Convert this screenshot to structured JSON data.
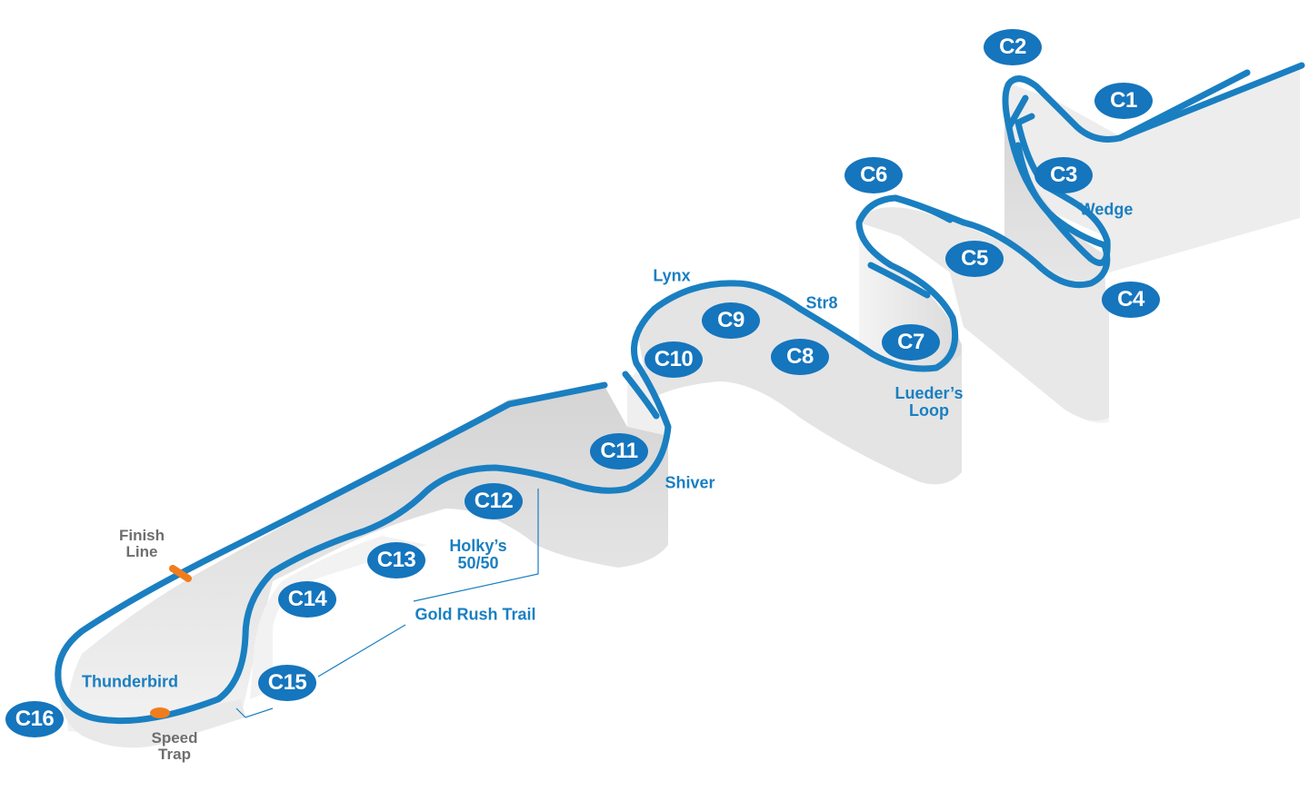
{
  "colors": {
    "track": "#1a7fc1",
    "badge": "#1575bd",
    "wall_light": "#efefef",
    "wall_dark": "#c9c9c9",
    "marker": "#f07d1d",
    "gray_label": "#6e6e6e"
  },
  "corners": [
    "C1",
    "C2",
    "C3",
    "C4",
    "C5",
    "C6",
    "C7",
    "C8",
    "C9",
    "C10",
    "C11",
    "C12",
    "C13",
    "C14",
    "C15",
    "C16"
  ],
  "names": {
    "wedge": "Wedge",
    "lynx": "Lynx",
    "str8": "Str8",
    "lueders_loop_1": "Lueder’s",
    "lueders_loop_2": "Loop",
    "shiver": "Shiver",
    "holkys_1": "Holky’s",
    "holkys_2": "50/50",
    "gold_rush_trail": "Gold Rush Trail",
    "thunderbird": "Thunderbird"
  },
  "markers": {
    "finish_1": "Finish",
    "finish_2": "Line",
    "speed_1": "Speed",
    "speed_2": "Trap"
  }
}
